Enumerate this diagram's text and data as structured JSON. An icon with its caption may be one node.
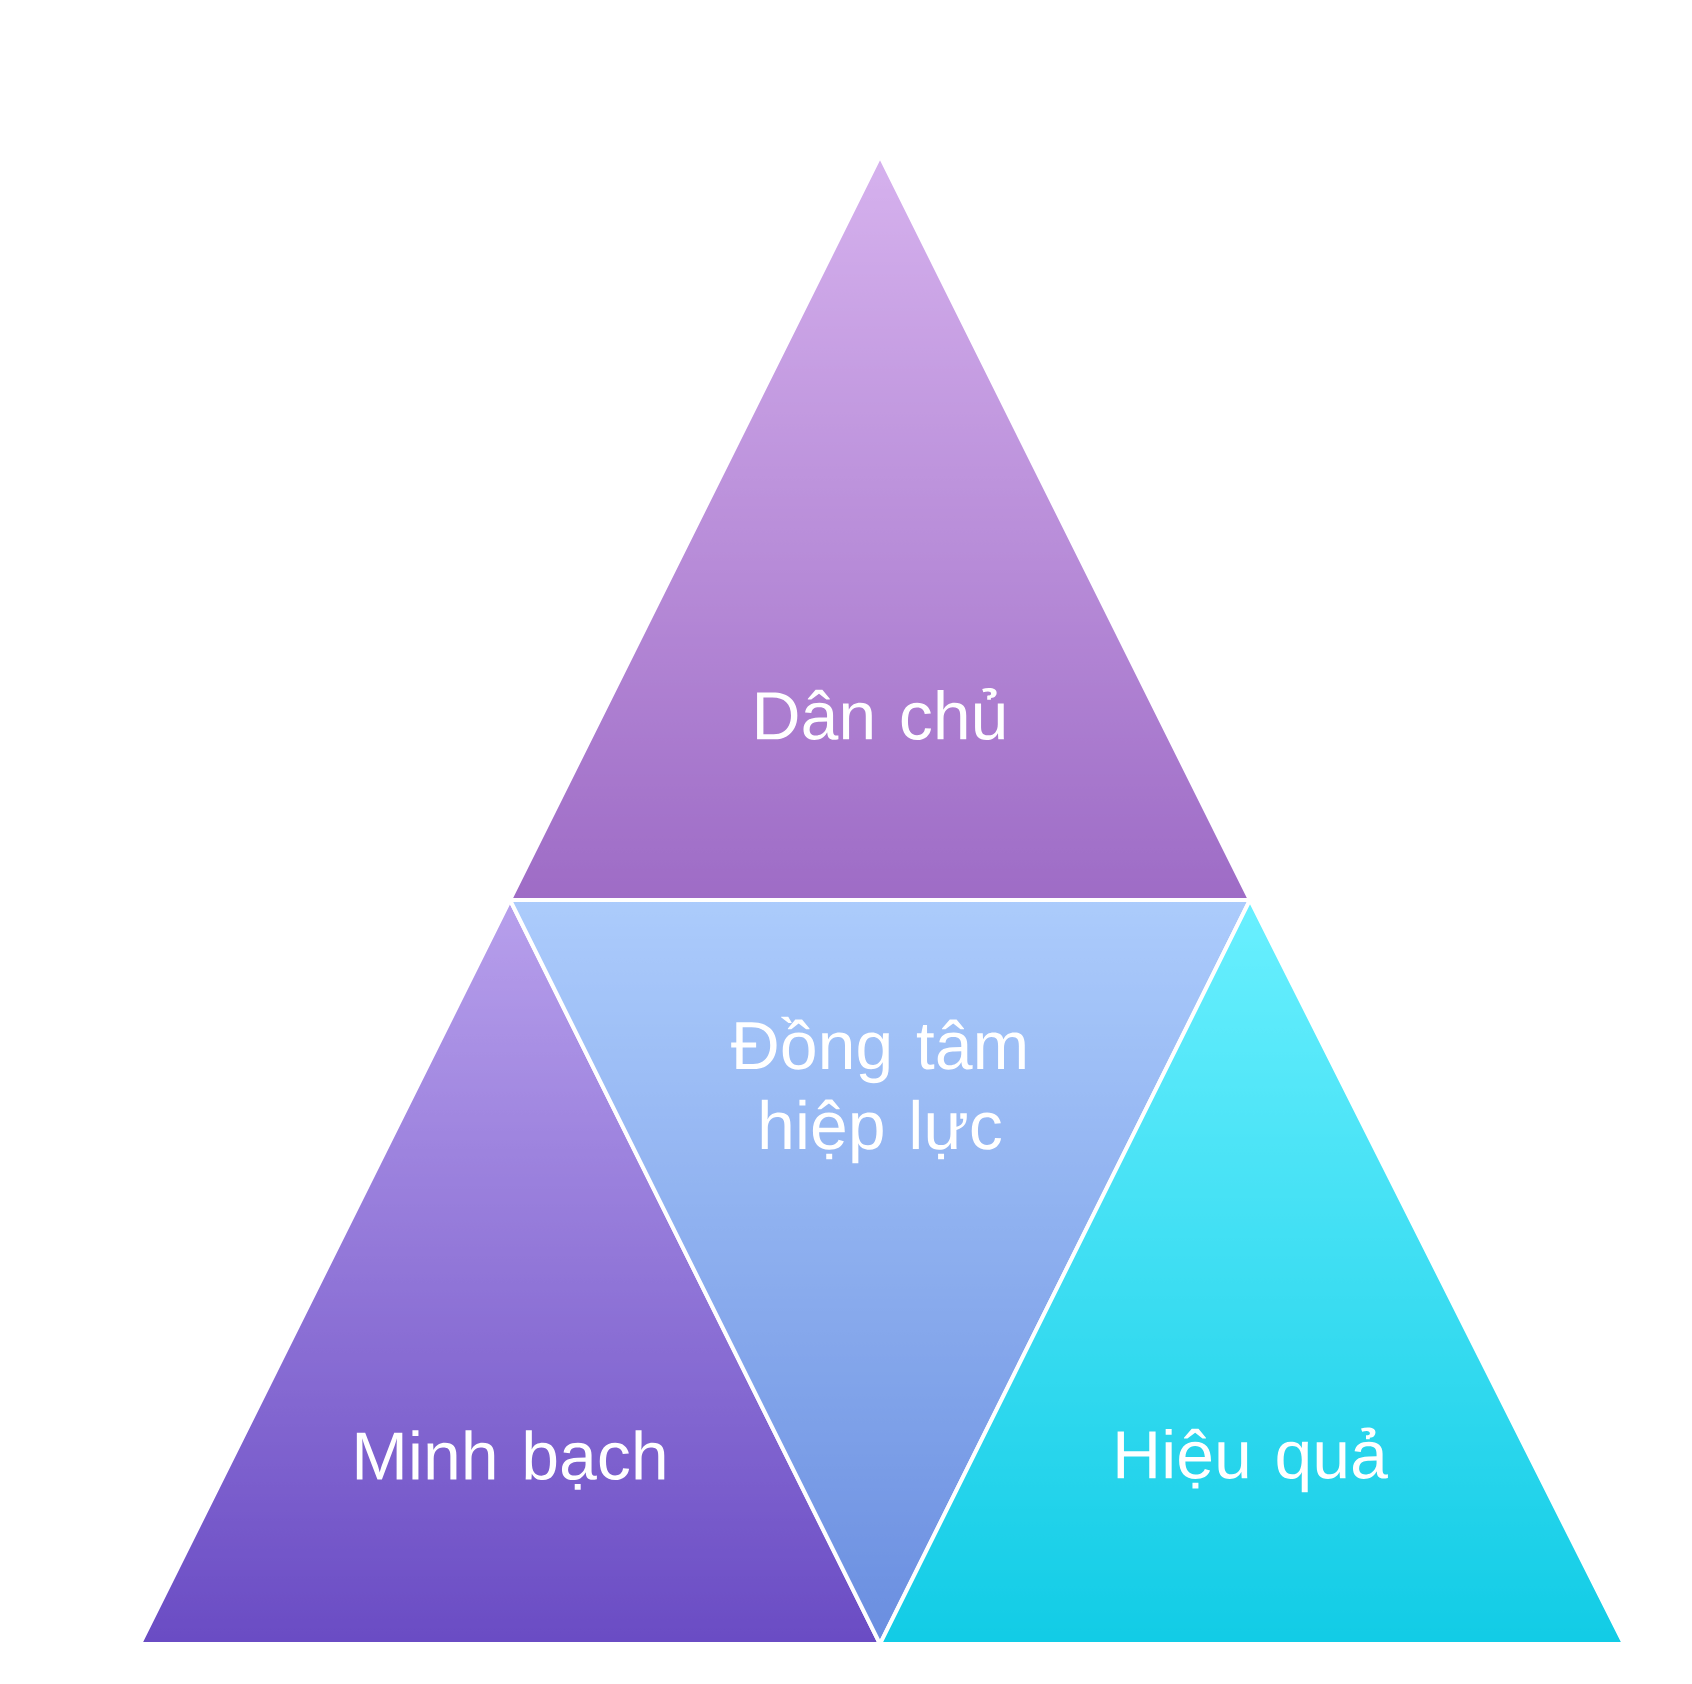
{
  "diagram": {
    "nodes": [
      {
        "text": [
          "Dân chủ"
        ]
      },
      {
        "text": [
          "Minh bạch"
        ]
      },
      {
        "text": [
          "Đồng tâm hiệp lực"
        ]
      },
      {
        "text": [
          "Hiệu quả"
        ]
      }
    ]
  }
}
